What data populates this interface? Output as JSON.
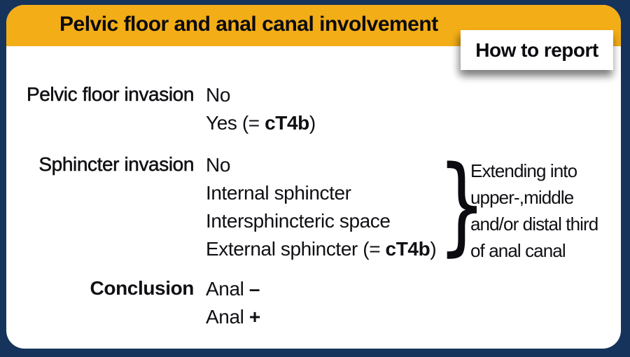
{
  "colors": {
    "border_navy": "#16335B",
    "header_yellow": "#F3AD16",
    "text": "#101014",
    "card_bg": "#FFFFFF"
  },
  "header": {
    "title": "Pelvic floor and anal canal involvement",
    "badge": "How to report"
  },
  "rows": [
    {
      "label": "Pelvic floor invasion",
      "lines": [
        {
          "pre": "No",
          "bold": "",
          "post": ""
        },
        {
          "pre": "Yes (= ",
          "bold": "cT4b",
          "post": ")"
        }
      ]
    },
    {
      "label": "Sphincter invasion",
      "lines": [
        {
          "pre": "No",
          "bold": "",
          "post": ""
        },
        {
          "pre": "Internal sphincter",
          "bold": "",
          "post": ""
        },
        {
          "pre": "Intersphincteric space",
          "bold": "",
          "post": ""
        },
        {
          "pre": "External sphincter (= ",
          "bold": "cT4b",
          "post": ")"
        }
      ]
    },
    {
      "label": "Conclusion",
      "lines": [
        {
          "pre": "Anal ",
          "bold": "–",
          "post": ""
        },
        {
          "pre": "Anal ",
          "bold": "+",
          "post": ""
        }
      ]
    }
  ],
  "annotation": {
    "brace": "}",
    "lines": [
      "Extending into",
      "upper-,middle",
      "and/or distal third",
      "of anal canal"
    ]
  }
}
